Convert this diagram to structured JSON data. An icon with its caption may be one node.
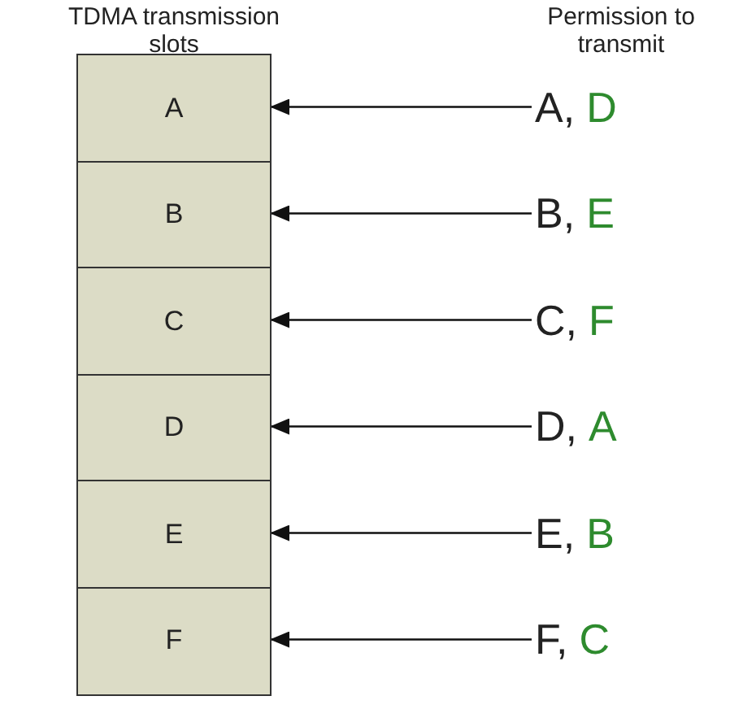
{
  "diagram": {
    "nodes": [
      {
        "text": [
          "A"
        ]
      },
      {
        "text": [
          "A,",
          "D"
        ]
      },
      {
        "text": [
          "B"
        ]
      },
      {
        "text": [
          "B,",
          "E"
        ]
      },
      {
        "text": [
          "C"
        ]
      },
      {
        "text": [
          "C,",
          "F"
        ]
      },
      {
        "text": [
          "D"
        ]
      },
      {
        "text": [
          "D,",
          "A"
        ]
      },
      {
        "text": [
          "E"
        ]
      },
      {
        "text": [
          "E,",
          "B"
        ]
      },
      {
        "text": [
          "F"
        ]
      },
      {
        "text": [
          "F,",
          "C"
        ]
      }
    ],
    "edges": [
      {
        "from": 1,
        "to": 0,
        "arrow": "to"
      },
      {
        "from": 3,
        "to": 2,
        "arrow": "to"
      },
      {
        "from": 5,
        "to": 4,
        "arrow": "to"
      },
      {
        "from": 7,
        "to": 6,
        "arrow": "to"
      },
      {
        "from": 9,
        "to": 8,
        "arrow": "to"
      },
      {
        "from": 11,
        "to": 10,
        "arrow": "to"
      }
    ],
    "labels": [
      "TDMA transmission slots",
      "Permission to transmit"
    ]
  }
}
